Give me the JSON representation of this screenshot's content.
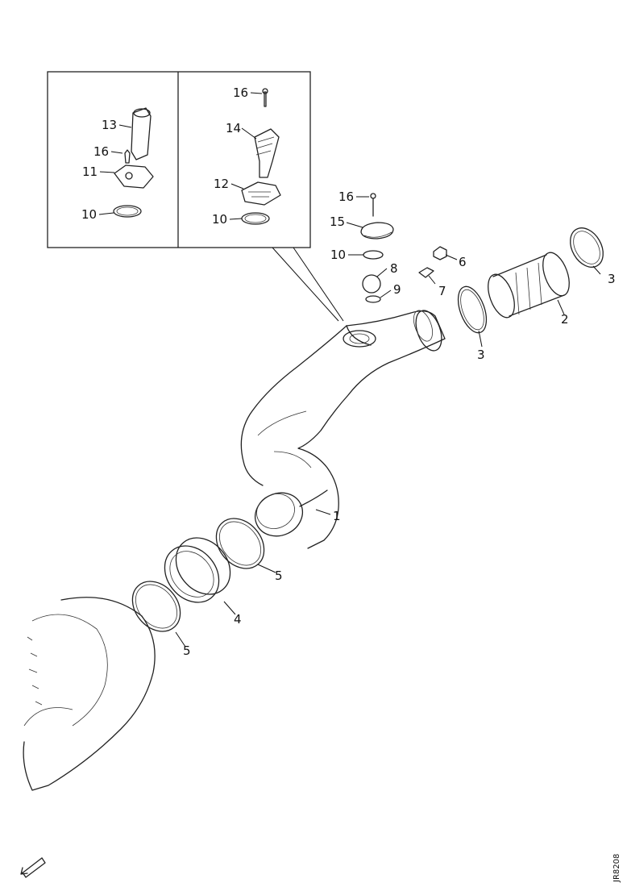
{
  "diagram": {
    "reference_number": "JR8208",
    "callouts": {
      "c1": "1",
      "c2": "2",
      "c3a": "3",
      "c3b": "3",
      "c4": "4",
      "c5a": "5",
      "c5b": "5",
      "c6": "6",
      "c7": "7",
      "c8": "8",
      "c9": "9",
      "c10a": "10",
      "c10b": "10",
      "c10c": "10",
      "c11": "11",
      "c12": "12",
      "c13": "13",
      "c14": "14",
      "c15": "15",
      "c16a": "16",
      "c16b": "16",
      "c16c": "16"
    },
    "orientation_icon": "arrow-down-left-icon"
  }
}
